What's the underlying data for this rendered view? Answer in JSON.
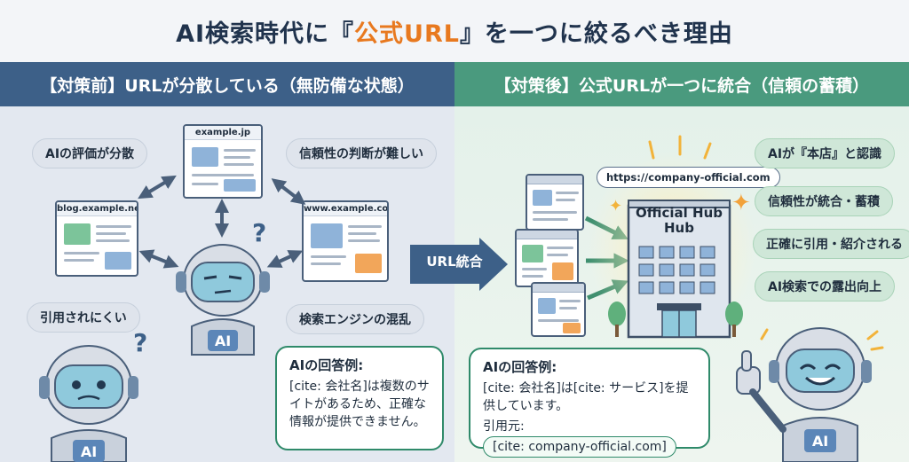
{
  "title": {
    "pre": "AI検索時代に『",
    "accent": "公式URL",
    "post": "』を一つに絞るべき理由"
  },
  "left": {
    "header": "【対策前】URLが分散している（無防備な状態）",
    "labels": [
      "AIの評価が分散",
      "信頼性の判断が難しい",
      "引用されにくい",
      "検索エンジンの混乱"
    ],
    "sites": [
      "example.jp",
      "blog.example.net",
      "www.example.com/page"
    ],
    "robot_label": "AI",
    "answer": {
      "head": "AIの回答例:",
      "body": "[cite: 会社名]は複数のサイトがあるため、正確な情報が提供できません。"
    }
  },
  "middle": {
    "arrow_label": "URL統合"
  },
  "right": {
    "header": "【対策後】公式URLが一つに統合（信頼の蓄積）",
    "official_url": "https://company-official.com",
    "hub_label": "Official Hub Hub",
    "labels": [
      "AIが『本店』と認識",
      "信頼性が統合・蓄積",
      "正確に引用・紹介される",
      "AI検索での露出向上"
    ],
    "robot_label": "AI",
    "answer": {
      "head": "AIの回答例:",
      "body": "[cite: 会社名]は[cite: サービス]を提供しています。",
      "source_label": "引用元:",
      "source": "[cite: company-official.com]"
    }
  },
  "colors": {
    "left_band": "#3d6088",
    "right_band": "#4a9a7e",
    "accent": "#e8791f"
  }
}
